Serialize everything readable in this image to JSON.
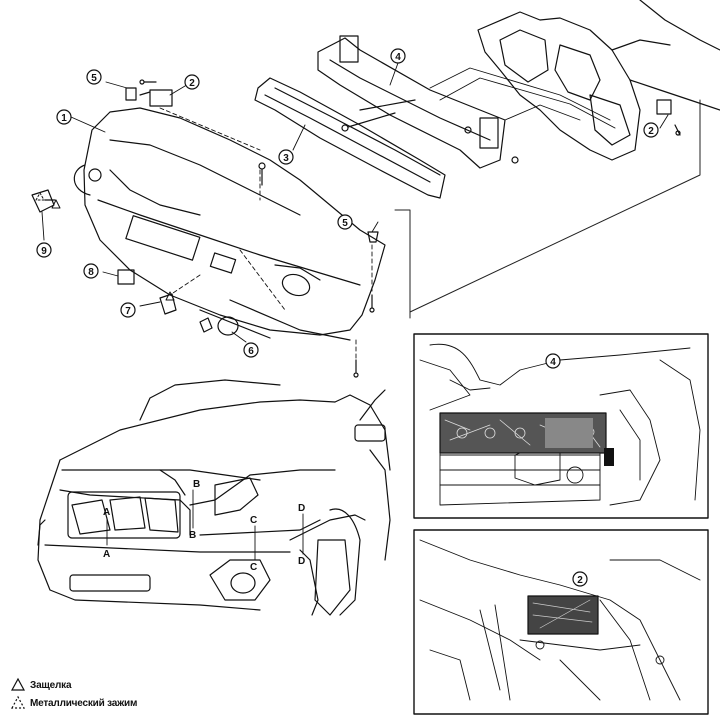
{
  "callouts": [
    {
      "id": "c1",
      "label": "1"
    },
    {
      "id": "c2a",
      "label": "2"
    },
    {
      "id": "c2b",
      "label": "2"
    },
    {
      "id": "c2c",
      "label": "2"
    },
    {
      "id": "c3",
      "label": "3"
    },
    {
      "id": "c4a",
      "label": "4"
    },
    {
      "id": "c4b",
      "label": "4"
    },
    {
      "id": "c5a",
      "label": "5"
    },
    {
      "id": "c5b",
      "label": "5"
    },
    {
      "id": "c6",
      "label": "6"
    },
    {
      "id": "c7",
      "label": "7"
    },
    {
      "id": "c8",
      "label": "8"
    },
    {
      "id": "c9",
      "label": "9"
    }
  ],
  "section_letters": [
    "A",
    "A",
    "B",
    "B",
    "C",
    "C",
    "D",
    "D"
  ],
  "legend": [
    {
      "symbol": "triangle-solid-icon",
      "text": "Защелка"
    },
    {
      "symbol": "triangle-dashed-icon",
      "text": "Металлический зажим"
    }
  ]
}
